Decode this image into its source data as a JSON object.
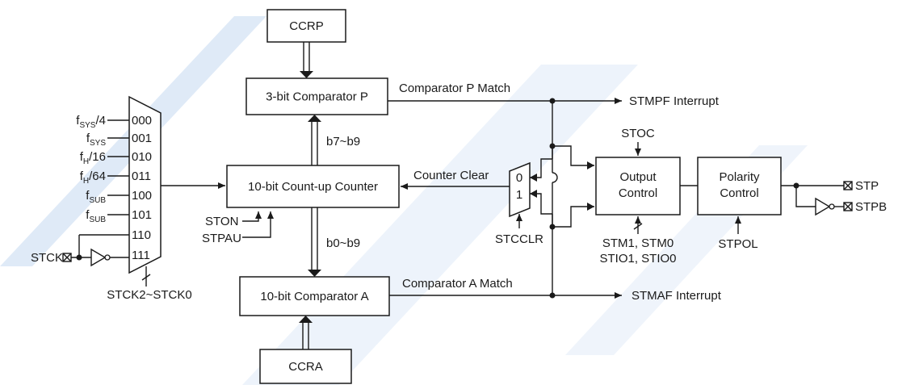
{
  "blocks": {
    "ccrp": "CCRP",
    "cmp_p": "3-bit Comparator P",
    "counter": "10-bit Count-up Counter",
    "cmp_a": "10-bit Comparator A",
    "ccra": "CCRA",
    "output_control": [
      "Output",
      "Control"
    ],
    "polarity_control": [
      "Polarity",
      "Control"
    ]
  },
  "signals": {
    "cmp_p_match": "Comparator P Match",
    "stmpf": "STMPF Interrupt",
    "cmp_a_match": "Comparator A Match",
    "stmaf": "STMAF Interrupt",
    "counter_clear": "Counter Clear",
    "b7_b9": "b7~b9",
    "b0_b9": "b0~b9",
    "ston": "STON",
    "stpau": "STPAU",
    "stcclr": "STCCLR",
    "stoc": "STOC",
    "stm_line1": "STM1, STM0",
    "stm_line2": "STIO1, STIO0",
    "stpol": "STPOL",
    "stp": "STP",
    "stpb": "STPB",
    "stck": "STCK",
    "stck_sel": "STCK2~STCK0"
  },
  "mux_inputs": [
    {
      "main": "f",
      "sub": "SYS",
      "tail": "/4",
      "code": "000"
    },
    {
      "main": "f",
      "sub": "SYS",
      "tail": "",
      "code": "001"
    },
    {
      "main": "f",
      "sub": "H",
      "tail": "/16",
      "code": "010"
    },
    {
      "main": "f",
      "sub": "H",
      "tail": "/64",
      "code": "011"
    },
    {
      "main": "f",
      "sub": "SUB",
      "tail": "",
      "code": "100"
    },
    {
      "main": "f",
      "sub": "SUB",
      "tail": "",
      "code": "101"
    },
    {
      "main": "",
      "sub": "",
      "tail": "",
      "code": "110"
    },
    {
      "main": "",
      "sub": "",
      "tail": "",
      "code": "111"
    }
  ],
  "small_mux": {
    "in0": "0",
    "in1": "1"
  },
  "colors": {
    "line": "#1a1a1a",
    "watermark": "#dfeaf7"
  }
}
